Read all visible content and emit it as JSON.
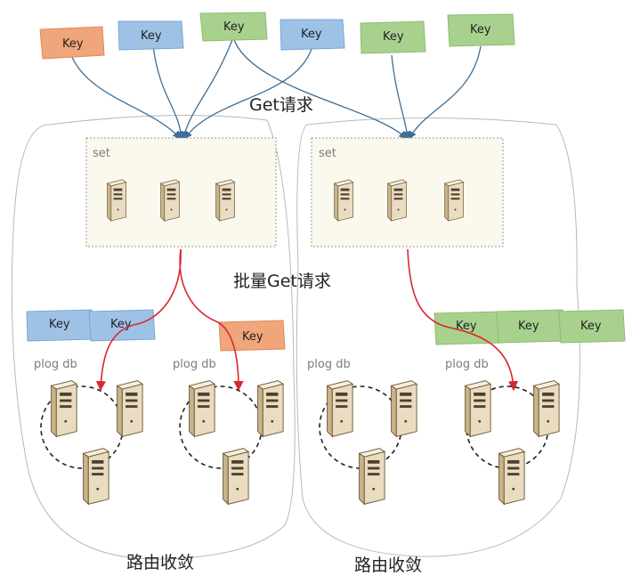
{
  "labels": {
    "get_request": "Get请求",
    "batch_get_request": "批量Get请求",
    "route_converge": "路由收敛",
    "set": "set",
    "plog_db": "plog db",
    "key": "Key"
  },
  "colors": {
    "key_orange": "#f0a57a",
    "key_blue": "#9ec2e6",
    "key_green": "#a9d18e",
    "arrow_blue": "#3f6f95",
    "arrow_red": "#d9282f",
    "set_box_fill": "#fbf8ee",
    "server_body": "#e9dcc0",
    "server_side": "#c9b48a"
  },
  "top_keys": [
    {
      "text": "Key",
      "color": "orange"
    },
    {
      "text": "Key",
      "color": "blue"
    },
    {
      "text": "Key",
      "color": "green"
    },
    {
      "text": "Key",
      "color": "blue"
    },
    {
      "text": "Key",
      "color": "green"
    },
    {
      "text": "Key",
      "color": "green"
    }
  ],
  "batch_keys_left_blue": [
    "Key",
    "Key"
  ],
  "batch_key_left_orange": "Key",
  "batch_keys_right_green": [
    "Key",
    "Key",
    "Key"
  ]
}
